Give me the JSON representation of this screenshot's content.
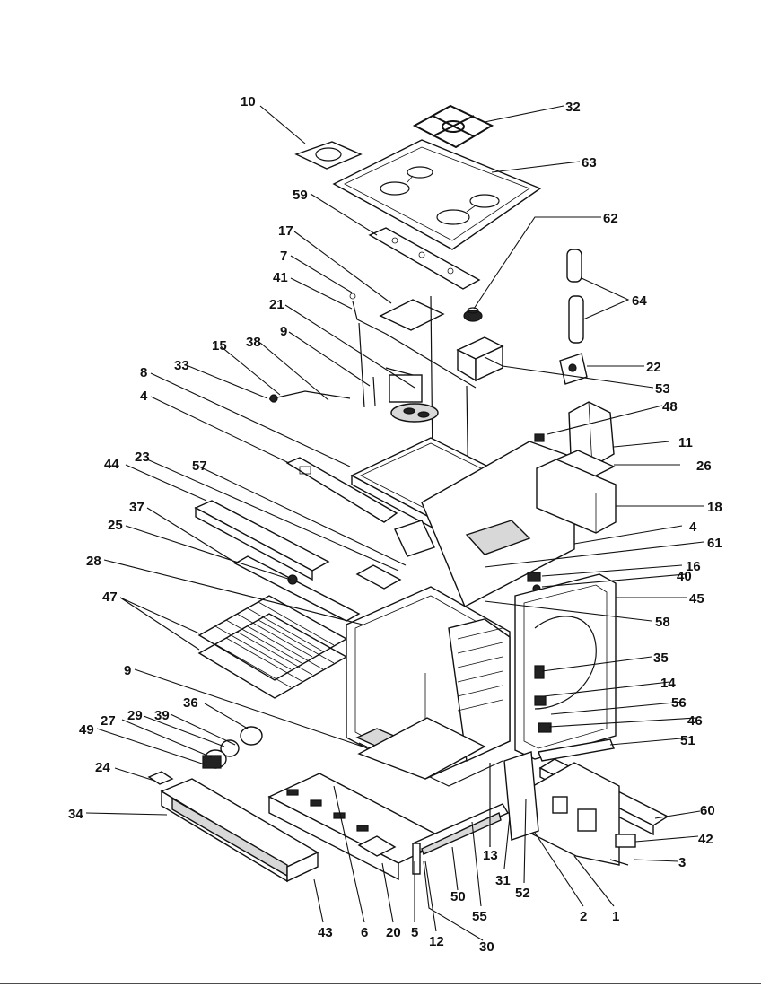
{
  "diagram": {
    "type": "exploded-parts-view",
    "callouts": [
      {
        "id": "c10",
        "label": "10"
      },
      {
        "id": "c32",
        "label": "32"
      },
      {
        "id": "c63",
        "label": "63"
      },
      {
        "id": "c59",
        "label": "59"
      },
      {
        "id": "c62",
        "label": "62"
      },
      {
        "id": "c17",
        "label": "17"
      },
      {
        "id": "c7",
        "label": "7"
      },
      {
        "id": "c41",
        "label": "41"
      },
      {
        "id": "c64",
        "label": "64"
      },
      {
        "id": "c21",
        "label": "21"
      },
      {
        "id": "c22",
        "label": "22"
      },
      {
        "id": "c9a",
        "label": "9"
      },
      {
        "id": "c38a",
        "label": "38"
      },
      {
        "id": "c15",
        "label": "15"
      },
      {
        "id": "c33",
        "label": "33"
      },
      {
        "id": "c53",
        "label": "53"
      },
      {
        "id": "c8",
        "label": "8"
      },
      {
        "id": "c4a",
        "label": "4"
      },
      {
        "id": "c48",
        "label": "48"
      },
      {
        "id": "c11",
        "label": "11"
      },
      {
        "id": "c44",
        "label": "44"
      },
      {
        "id": "c23",
        "label": "23"
      },
      {
        "id": "c57",
        "label": "57"
      },
      {
        "id": "c26",
        "label": "26"
      },
      {
        "id": "c37",
        "label": "37"
      },
      {
        "id": "c18",
        "label": "18"
      },
      {
        "id": "c25",
        "label": "25"
      },
      {
        "id": "c4b",
        "label": "4"
      },
      {
        "id": "c61",
        "label": "61"
      },
      {
        "id": "c28",
        "label": "28"
      },
      {
        "id": "c16",
        "label": "16"
      },
      {
        "id": "c40",
        "label": "40"
      },
      {
        "id": "c47",
        "label": "47"
      },
      {
        "id": "c45",
        "label": "45"
      },
      {
        "id": "c58",
        "label": "58"
      },
      {
        "id": "c9b",
        "label": "9"
      },
      {
        "id": "c35",
        "label": "35"
      },
      {
        "id": "c14",
        "label": "14"
      },
      {
        "id": "c36",
        "label": "36"
      },
      {
        "id": "c29",
        "label": "29"
      },
      {
        "id": "c39",
        "label": "39"
      },
      {
        "id": "c27",
        "label": "27"
      },
      {
        "id": "c56",
        "label": "56"
      },
      {
        "id": "c49",
        "label": "49"
      },
      {
        "id": "c46",
        "label": "46"
      },
      {
        "id": "c51",
        "label": "51"
      },
      {
        "id": "c24",
        "label": "24"
      },
      {
        "id": "c34",
        "label": "34"
      },
      {
        "id": "c60",
        "label": "60"
      },
      {
        "id": "c42",
        "label": "42"
      },
      {
        "id": "c3",
        "label": "3"
      },
      {
        "id": "c13",
        "label": "13"
      },
      {
        "id": "c31",
        "label": "31"
      },
      {
        "id": "c52",
        "label": "52"
      },
      {
        "id": "c2",
        "label": "2"
      },
      {
        "id": "c1",
        "label": "1"
      },
      {
        "id": "c50",
        "label": "50"
      },
      {
        "id": "c55",
        "label": "55"
      },
      {
        "id": "c43",
        "label": "43"
      },
      {
        "id": "c6",
        "label": "6"
      },
      {
        "id": "c20",
        "label": "20"
      },
      {
        "id": "c5",
        "label": "5"
      },
      {
        "id": "c12",
        "label": "12"
      },
      {
        "id": "c30",
        "label": "30"
      }
    ]
  }
}
